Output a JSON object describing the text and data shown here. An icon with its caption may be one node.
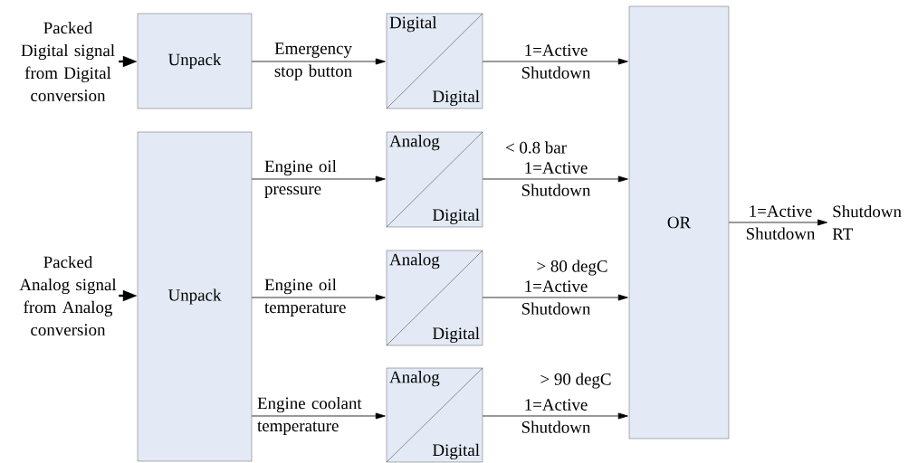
{
  "diagram": {
    "nodes": [
      {
        "text": [
          "Packed Digital signal from Digital conversion"
        ]
      },
      {
        "text": [
          "Unpack"
        ]
      },
      {
        "text": [
          "Digital",
          "Digital"
        ]
      },
      {
        "text": [
          "Packed Analog signal from Analog conversion"
        ]
      },
      {
        "text": [
          "Unpack"
        ]
      },
      {
        "text": [
          "Analog",
          "Digital"
        ]
      },
      {
        "text": [
          "Analog",
          "Digital"
        ]
      },
      {
        "text": [
          "Analog",
          "Digital"
        ]
      },
      {
        "text": [
          "OR"
        ]
      },
      {
        "text": [
          "Shutdown RT"
        ]
      }
    ],
    "edges": [
      {
        "from": 0,
        "to": 1,
        "arrow": "to",
        "style": "thick"
      },
      {
        "from": 1,
        "to": 2,
        "arrow": "to",
        "label": "Emergency stop button"
      },
      {
        "from": 3,
        "to": 4,
        "arrow": "to",
        "style": "thick"
      },
      {
        "from": 4,
        "to": 5,
        "arrow": "to",
        "label": "Engine oil pressure"
      },
      {
        "from": 4,
        "to": 6,
        "arrow": "to",
        "label": "Engine oil temperature"
      },
      {
        "from": 4,
        "to": 7,
        "arrow": "to",
        "label": "Engine coolant temperature"
      },
      {
        "from": 2,
        "to": 8,
        "arrow": "to",
        "label": "1=Active Shutdown"
      },
      {
        "from": 5,
        "to": 8,
        "arrow": "to",
        "label": "1=Active Shutdown"
      },
      {
        "from": 6,
        "to": 8,
        "arrow": "to",
        "label": "1=Active Shutdown"
      },
      {
        "from": 7,
        "to": 8,
        "arrow": "to",
        "label": "1=Active Shutdown"
      },
      {
        "from": 8,
        "to": 9,
        "arrow": "to",
        "label": "1=Active Shutdown"
      }
    ],
    "labels": [
      "< 0.8 bar",
      "> 80 degC",
      "> 90 degC"
    ]
  }
}
